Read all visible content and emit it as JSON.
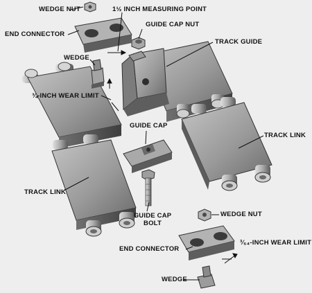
{
  "callouts": {
    "wedge_nut_top": "WEDGE NUT",
    "measuring_point": "1½ INCH MEASURING POINT",
    "end_connector_top": "END CONNECTOR",
    "guide_cap_nut": "GUIDE CAP NUT",
    "track_guide": "TRACK GUIDE",
    "wedge_top": "WEDGE",
    "wear_limit_top": "¾-INCH WEAR LIMIT",
    "guide_cap": "GUIDE CAP",
    "track_link_right": "TRACK LINK",
    "track_link_left": "TRACK LINK",
    "guide_cap_bolt_line1": "GUIDE CAP",
    "guide_cap_bolt_line2": "BOLT",
    "wedge_nut_bottom": "WEDGE NUT",
    "end_connector_bottom": "END CONNECTOR",
    "wear_limit_bottom": "³⁄₆₄-INCH WEAR LIMIT",
    "wedge_bottom": "WEDGE"
  },
  "colors": {
    "background": "#eeeeee",
    "metal_light": "#b9b9b9",
    "metal_mid": "#8e8e8e",
    "metal_dark": "#4a4a4a",
    "label_text": "#111111"
  }
}
